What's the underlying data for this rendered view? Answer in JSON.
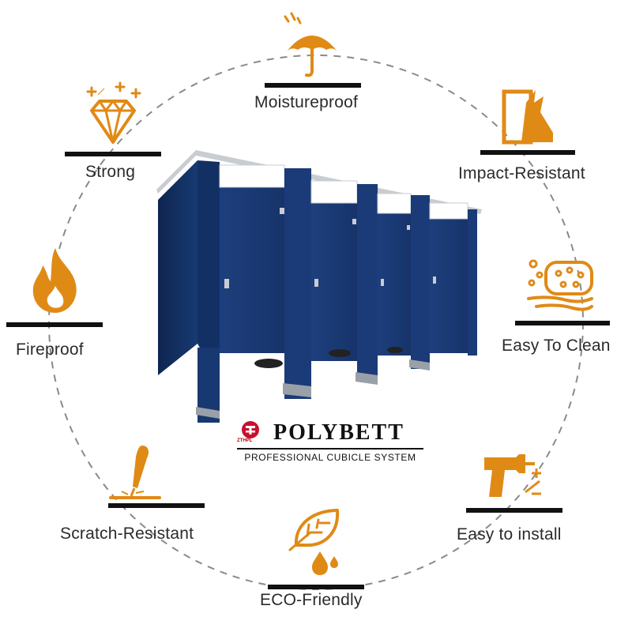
{
  "brand": {
    "name": "POLYBETT",
    "logo_mark": "ZTHPL",
    "tagline": "PROFESSIONAL CUBICLE SYSTEM",
    "logo_color": "#c8102e"
  },
  "accent_color": "#e08a16",
  "features": [
    {
      "label": "Moistureproof",
      "icon": "umbrella-icon"
    },
    {
      "label": "Strong",
      "icon": "diamond-icon"
    },
    {
      "label": "Impact-Resistant",
      "icon": "impact-icon"
    },
    {
      "label": "Fireproof",
      "icon": "flame-icon"
    },
    {
      "label": "Easy To Clean",
      "icon": "sponge-icon"
    },
    {
      "label": "Scratch-Resistant",
      "icon": "scratch-tool-icon"
    },
    {
      "label": "Easy to install",
      "icon": "drill-icon"
    },
    {
      "label": "ECO-Friendly",
      "icon": "leaf-drops-icon"
    }
  ]
}
